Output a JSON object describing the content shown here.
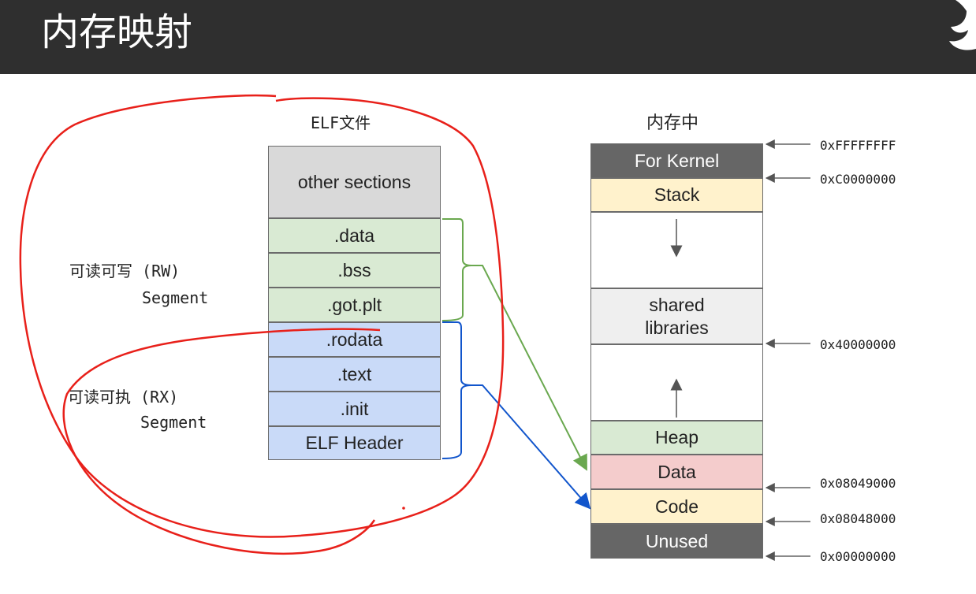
{
  "title": "内存映射",
  "elf": {
    "heading": "ELF文件",
    "sections": [
      "other sections",
      ".data",
      ".bss",
      ".got.plt",
      ".rodata",
      ".text",
      ".init",
      "ELF Header"
    ]
  },
  "segments": {
    "rw": {
      "line1": "可读可写 (RW)",
      "line2": "Segment"
    },
    "rx": {
      "line1": "可读可执 (RX)",
      "line2": "Segment"
    }
  },
  "memory": {
    "heading": "内存中",
    "blocks": [
      "For Kernel",
      "Stack",
      "",
      "shared\nlibraries",
      "",
      "Heap",
      "Data",
      "Code",
      "Unused"
    ],
    "addresses": [
      "0xFFFFFFFF",
      "0xC0000000",
      "0x40000000",
      "0x08049000",
      "0x08048000",
      "0x00000000"
    ]
  },
  "colors": {
    "header_bg": "#2f2f2f",
    "elf_gray": "#d9d9d9",
    "elf_green": "#d9ead3",
    "elf_blue": "#c9daf8",
    "kernel_dark": "#666666",
    "stack_code_yellow": "#fff2cc",
    "heap_green": "#d9ead3",
    "data_red": "#f4cccc",
    "shared_gray": "#efefef",
    "rw_arrow": "#6aa84f",
    "rx_arrow": "#1155cc",
    "annotation_red": "#e8201a"
  }
}
